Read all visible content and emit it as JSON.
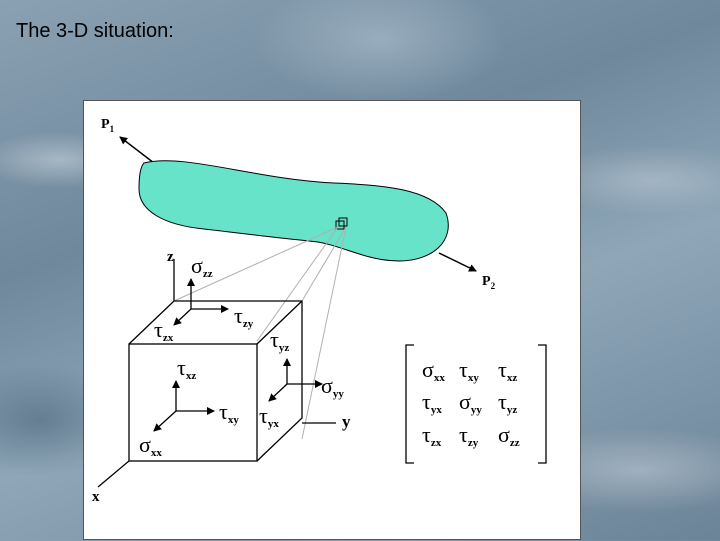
{
  "slide": {
    "title": "The 3-D situation:"
  },
  "figure": {
    "labels": {
      "p1": "P",
      "p1_sub": "1",
      "p2": "P",
      "p2_sub": "2",
      "axis_z": "z",
      "axis_y": "y",
      "axis_x": "x"
    },
    "cube_faces": {
      "sigma": "σ",
      "tau": "τ",
      "top_normal_sub": "zz",
      "top_shear_x_sub": "zx",
      "top_shear_y_sub": "zy",
      "front_normal_sub": "xx",
      "front_shear_z_sub": "xz",
      "front_shear_y_sub": "xy",
      "side_normal_sub": "yy",
      "side_shear_z_sub": "yz",
      "side_shear_x_sub": "yx"
    },
    "matrix": {
      "rows": [
        [
          {
            "sym": "σ",
            "sub": "xx"
          },
          {
            "sym": "τ",
            "sub": "xy"
          },
          {
            "sym": "τ",
            "sub": "xz"
          }
        ],
        [
          {
            "sym": "τ",
            "sub": "yx"
          },
          {
            "sym": "σ",
            "sub": "yy"
          },
          {
            "sym": "τ",
            "sub": "yz"
          }
        ],
        [
          {
            "sym": "τ",
            "sub": "zx"
          },
          {
            "sym": "τ",
            "sub": "zy"
          },
          {
            "sym": "σ",
            "sub": "zz"
          }
        ]
      ]
    },
    "colors": {
      "body_fill": "#66e3c8",
      "line": "#000000",
      "projection": "#b0b0b0"
    }
  }
}
